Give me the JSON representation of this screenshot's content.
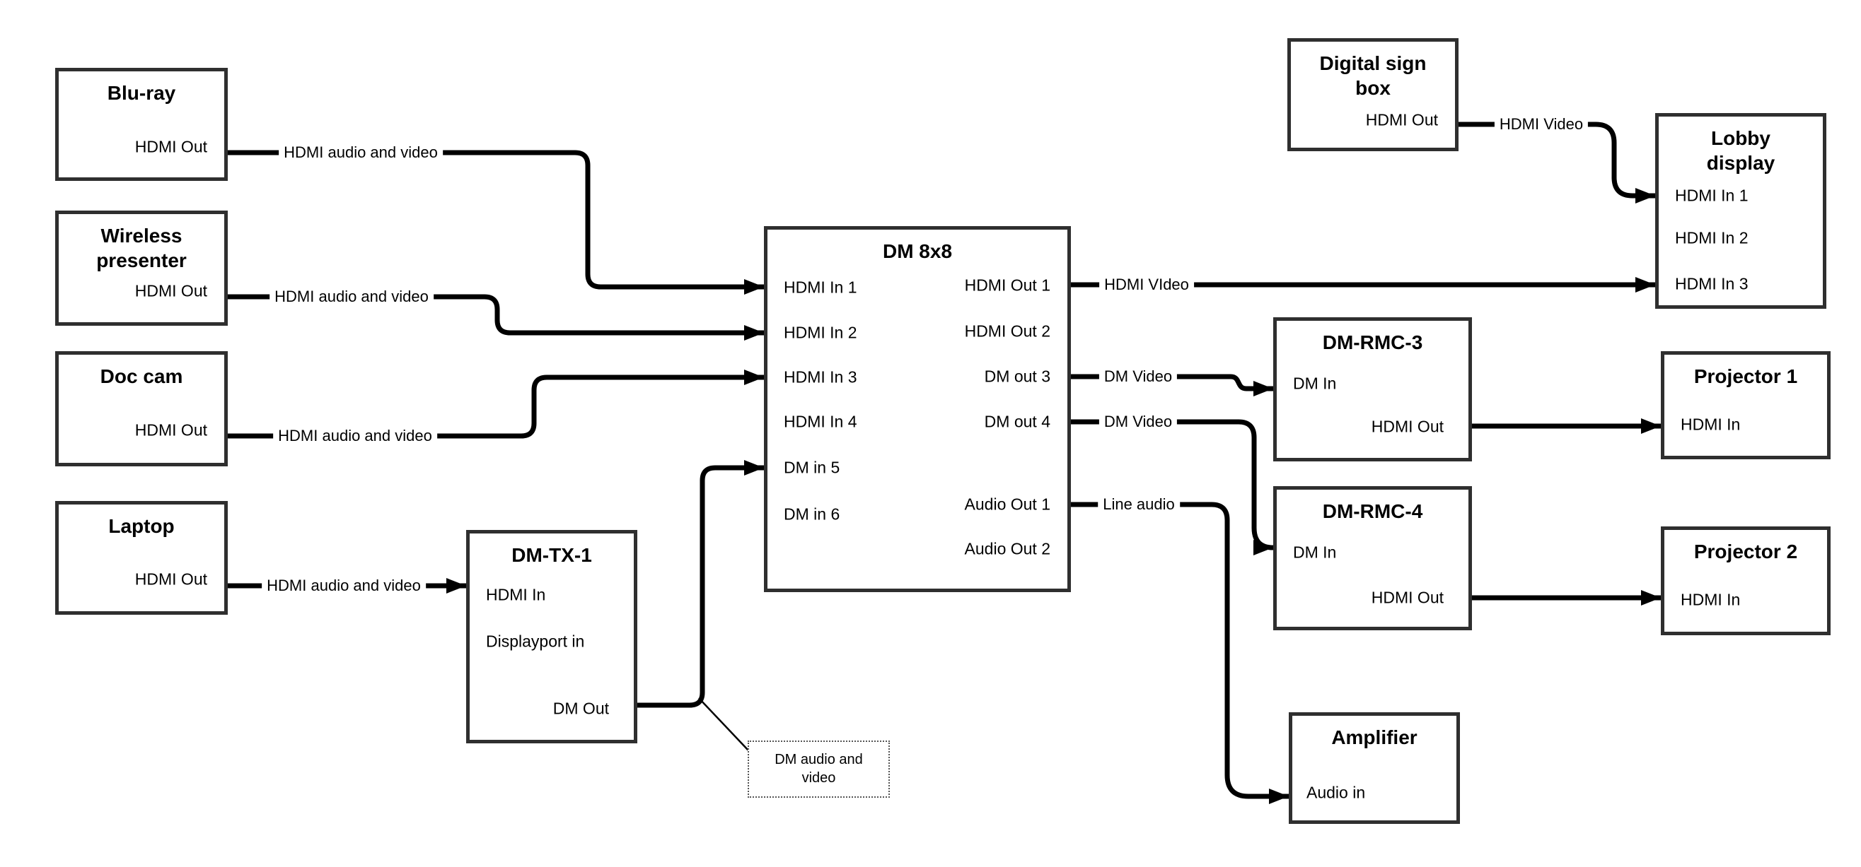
{
  "nodes": {
    "bluray": {
      "title": "Blu-ray",
      "hdmi_out": "HDMI Out"
    },
    "wireless": {
      "title": "Wireless presenter",
      "hdmi_out": "HDMI Out"
    },
    "doc_cam": {
      "title": "Doc cam",
      "hdmi_out": "HDMI Out"
    },
    "laptop": {
      "title": "Laptop",
      "hdmi_out": "HDMI Out"
    },
    "dm_tx_1": {
      "title": "DM-TX-1",
      "hdmi_in": "HDMI In",
      "displayport_in": "Displayport in",
      "dm_out": "DM Out"
    },
    "dm_8x8": {
      "title": "DM 8x8",
      "inputs": [
        "HDMI In 1",
        "HDMI In 2",
        "HDMI In 3",
        "HDMI In 4",
        "DM in 5",
        "DM in 6"
      ],
      "outputs": [
        "HDMI Out 1",
        "HDMI Out 2",
        "DM out 3",
        "DM out 4",
        "Audio Out 1",
        "Audio Out 2"
      ]
    },
    "digital_sign": {
      "title": "Digital sign box",
      "hdmi_out": "HDMI Out"
    },
    "lobby_display": {
      "title": "Lobby display",
      "inputs": [
        "HDMI In 1",
        "HDMI In 2",
        "HDMI In 3"
      ]
    },
    "dm_rmc_3": {
      "title": "DM-RMC-3",
      "dm_in": "DM In",
      "hdmi_out": "HDMI Out"
    },
    "projector_1": {
      "title": "Projector 1",
      "hdmi_in": "HDMI In"
    },
    "dm_rmc_4": {
      "title": "DM-RMC-4",
      "dm_in": "DM In",
      "hdmi_out": "HDMI Out"
    },
    "projector_2": {
      "title": "Projector 2",
      "hdmi_in": "HDMI In"
    },
    "amplifier": {
      "title": "Amplifier",
      "audio_in": "Audio in"
    }
  },
  "connection_labels": {
    "bluray_line": "HDMI audio and video",
    "wireless_line": "HDMI audio and video",
    "doc_cam_line": "HDMI audio and video",
    "laptop_line": "HDMI audio and video",
    "hdmi_out1_line": "HDMI VIdeo",
    "dm_out3_line": "DM Video",
    "dm_out4_line": "DM Video",
    "audio_out1_line": "Line audio",
    "digital_sign_line": "HDMI Video"
  },
  "annotation": "DM audio and video",
  "colors": {
    "connector": "#000000",
    "box_border": "#2f2f2f",
    "background": "#ffffff",
    "text": "#000000"
  }
}
